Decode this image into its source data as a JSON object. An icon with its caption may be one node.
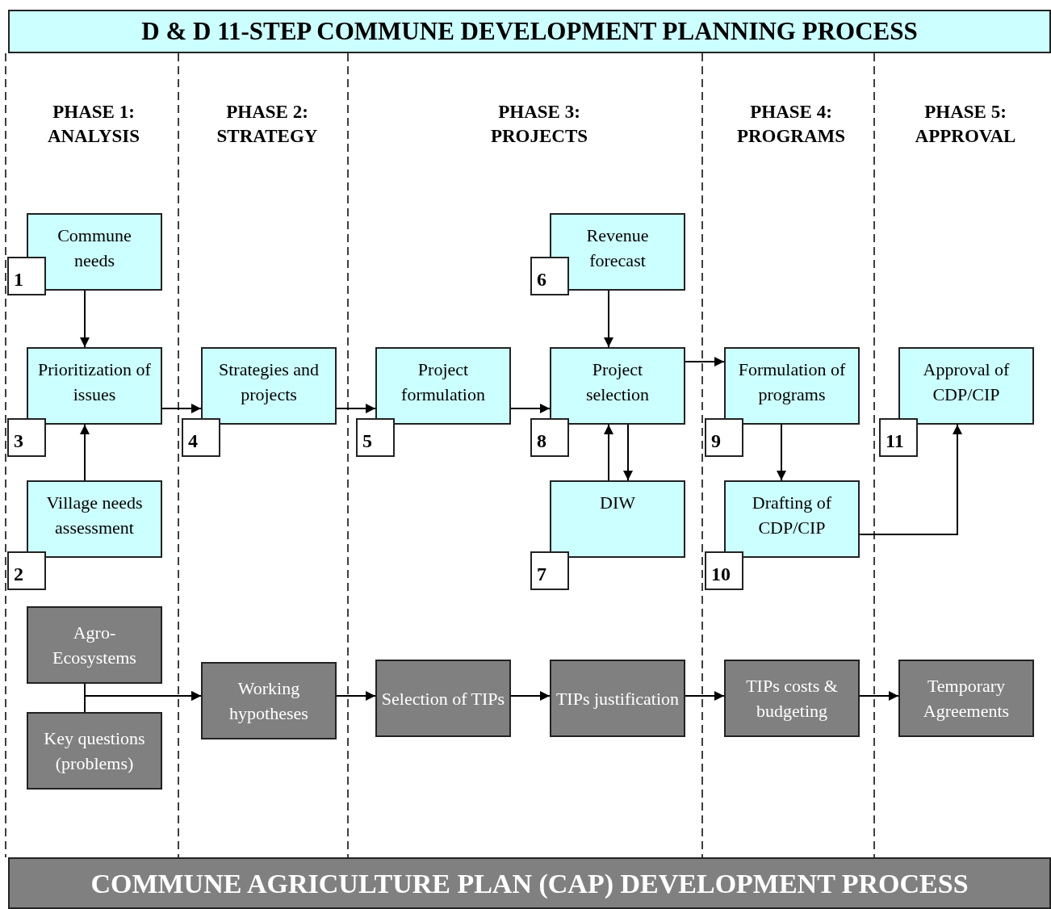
{
  "diagram": {
    "title": "D & D 11-STEP COMMUNE DEVELOPMENT PLANNING PROCESS",
    "nodes": [
      {
        "text": [
          "Commune needs"
        ]
      },
      {
        "text": [
          "1"
        ]
      },
      {
        "text": [
          "Prioritization of issues"
        ]
      },
      {
        "text": [
          "3"
        ]
      },
      {
        "text": [
          "Village needs assessment"
        ]
      },
      {
        "text": [
          "2"
        ]
      },
      {
        "text": [
          "Strategies and projects"
        ]
      },
      {
        "text": [
          "4"
        ]
      },
      {
        "text": [
          "Project formulation"
        ]
      },
      {
        "text": [
          "5"
        ]
      },
      {
        "text": [
          "Revenue forecast"
        ]
      },
      {
        "text": [
          "6"
        ]
      },
      {
        "text": [
          "Project selection"
        ]
      },
      {
        "text": [
          "8"
        ]
      },
      {
        "text": [
          "DIW"
        ]
      },
      {
        "text": [
          "7"
        ]
      },
      {
        "text": [
          "Formulation of programs"
        ]
      },
      {
        "text": [
          "9"
        ]
      },
      {
        "text": [
          "Drafting of CDP/CIP"
        ]
      },
      {
        "text": [
          "10"
        ]
      },
      {
        "text": [
          "Approval of CDP/CIP"
        ]
      },
      {
        "text": [
          "11"
        ]
      },
      {
        "text": [
          "Agro-Ecosystems"
        ]
      },
      {
        "text": [
          "Key questions (problems)"
        ]
      },
      {
        "text": [
          "Working hypotheses"
        ]
      },
      {
        "text": [
          "Selection of TIPs"
        ]
      },
      {
        "text": [
          "TIPs justification"
        ]
      },
      {
        "text": [
          "TIPs costs & budgeting"
        ]
      },
      {
        "text": [
          "Temporary Agreements"
        ]
      },
      {
        "text": [
          "COMMUNE AGRICULTURE PLAN (CAP) DEVELOPMENT PROCESS"
        ]
      }
    ],
    "edges": [
      {
        "from": 0,
        "to": 2,
        "arrow": "to"
      },
      {
        "from": 4,
        "to": 2,
        "arrow": "to"
      },
      {
        "from": 2,
        "to": 6,
        "arrow": "to"
      },
      {
        "from": 6,
        "to": 8,
        "arrow": "to"
      },
      {
        "from": 8,
        "to": 12,
        "arrow": "to"
      },
      {
        "from": 10,
        "to": 12,
        "arrow": "to"
      },
      {
        "from": 12,
        "to": 14,
        "arrow": "to"
      },
      {
        "from": 14,
        "to": 12,
        "arrow": "to"
      },
      {
        "from": 12,
        "to": 16,
        "arrow": "to"
      },
      {
        "from": 16,
        "to": 18,
        "arrow": "to"
      },
      {
        "from": 18,
        "to": 20,
        "arrow": "to"
      },
      {
        "from": 22,
        "to": 24,
        "arrow": "to"
      },
      {
        "from": 23,
        "to": 24,
        "arrow": "to"
      },
      {
        "from": 24,
        "to": 25,
        "arrow": "to"
      },
      {
        "from": 25,
        "to": 26,
        "arrow": "to"
      },
      {
        "from": 26,
        "to": 27,
        "arrow": "to"
      },
      {
        "from": 27,
        "to": 28,
        "arrow": "to"
      }
    ],
    "labels": [
      "PHASE 1: ANALYSIS",
      "PHASE 2: STRATEGY",
      "PHASE 3: PROJECTS",
      "PHASE 4: PROGRAMS",
      "PHASE 5: APPROVAL"
    ]
  }
}
